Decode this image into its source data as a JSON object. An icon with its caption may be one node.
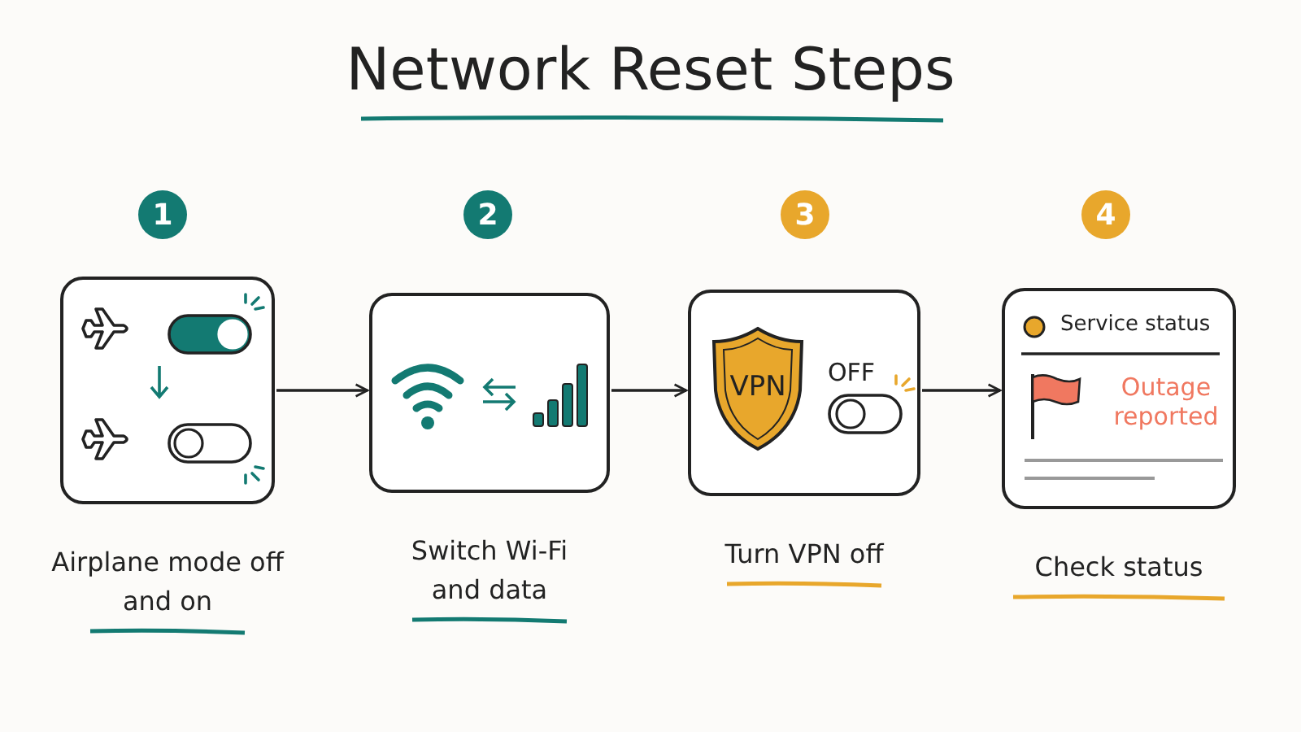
{
  "diagram": {
    "title": "Network Reset Steps",
    "nodes": [
      {
        "text": [
          "1"
        ]
      },
      {
        "text": [
          "2"
        ]
      },
      {
        "text": [
          "3"
        ]
      },
      {
        "text": [
          "4"
        ]
      },
      {
        "text": [],
        "shape": "box",
        "beside": [
          "Airplane mode off and on"
        ]
      },
      {
        "text": [],
        "shape": "box",
        "beside": [
          "Switch Wi-Fi and data"
        ]
      },
      {
        "text": [
          "OFF"
        ],
        "beside": [
          "Turn VPN off"
        ]
      },
      {
        "text": [
          "VPN"
        ],
        "in": 6
      },
      {
        "text": [
          "Service status",
          "Outage reported"
        ],
        "beside": [
          "Check status"
        ]
      }
    ],
    "edges": [
      {
        "from": 4,
        "to": 5,
        "arrow": "to"
      },
      {
        "from": 5,
        "to": 6,
        "arrow": "to"
      },
      {
        "from": 6,
        "to": 8,
        "arrow": "to"
      }
    ]
  }
}
